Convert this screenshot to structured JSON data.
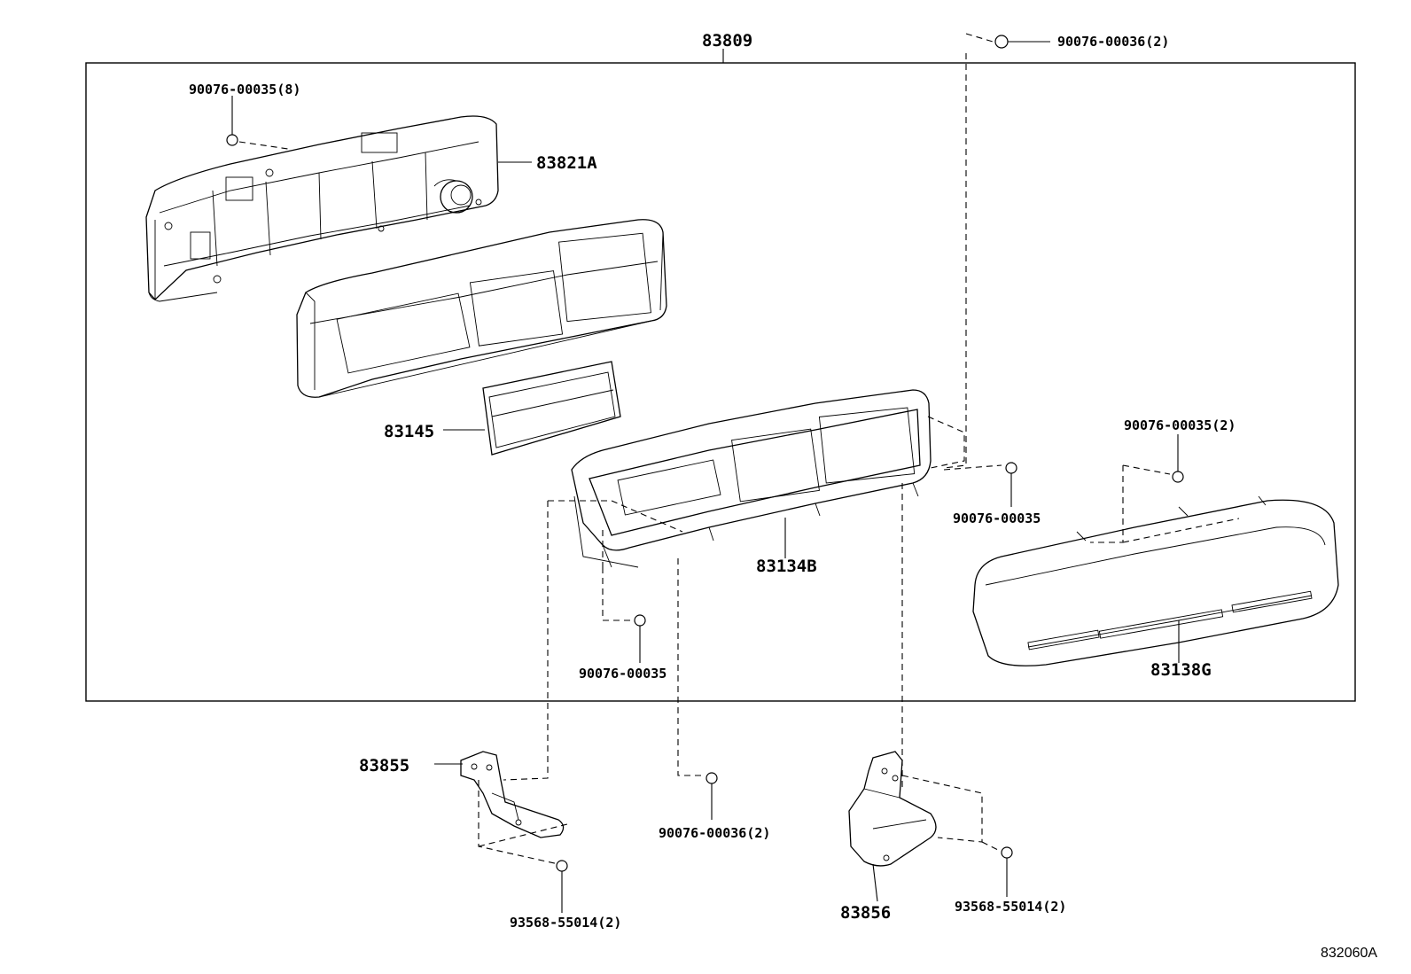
{
  "diagram": {
    "assembly_label": "83809",
    "reference_code": "832060A",
    "parts": {
      "rear_case": "83821A",
      "lens_plate": "83145",
      "dial_frame": "83134B",
      "front_glass": "83138G",
      "bracket_left": "83855",
      "bracket_right": "83856"
    },
    "fasteners": {
      "screw_top_left": "90076-00035(8)",
      "screw_top_right": "90076-00036(2)",
      "screw_mid_right": "90076-00035(2)",
      "screw_frame_right": "90076-00035",
      "screw_frame_left": "90076-00035",
      "screw_lower_mid": "90076-00036(2)",
      "bolt_left_bracket": "93568-55014(2)",
      "bolt_right_bracket": "93568-55014(2)"
    }
  }
}
